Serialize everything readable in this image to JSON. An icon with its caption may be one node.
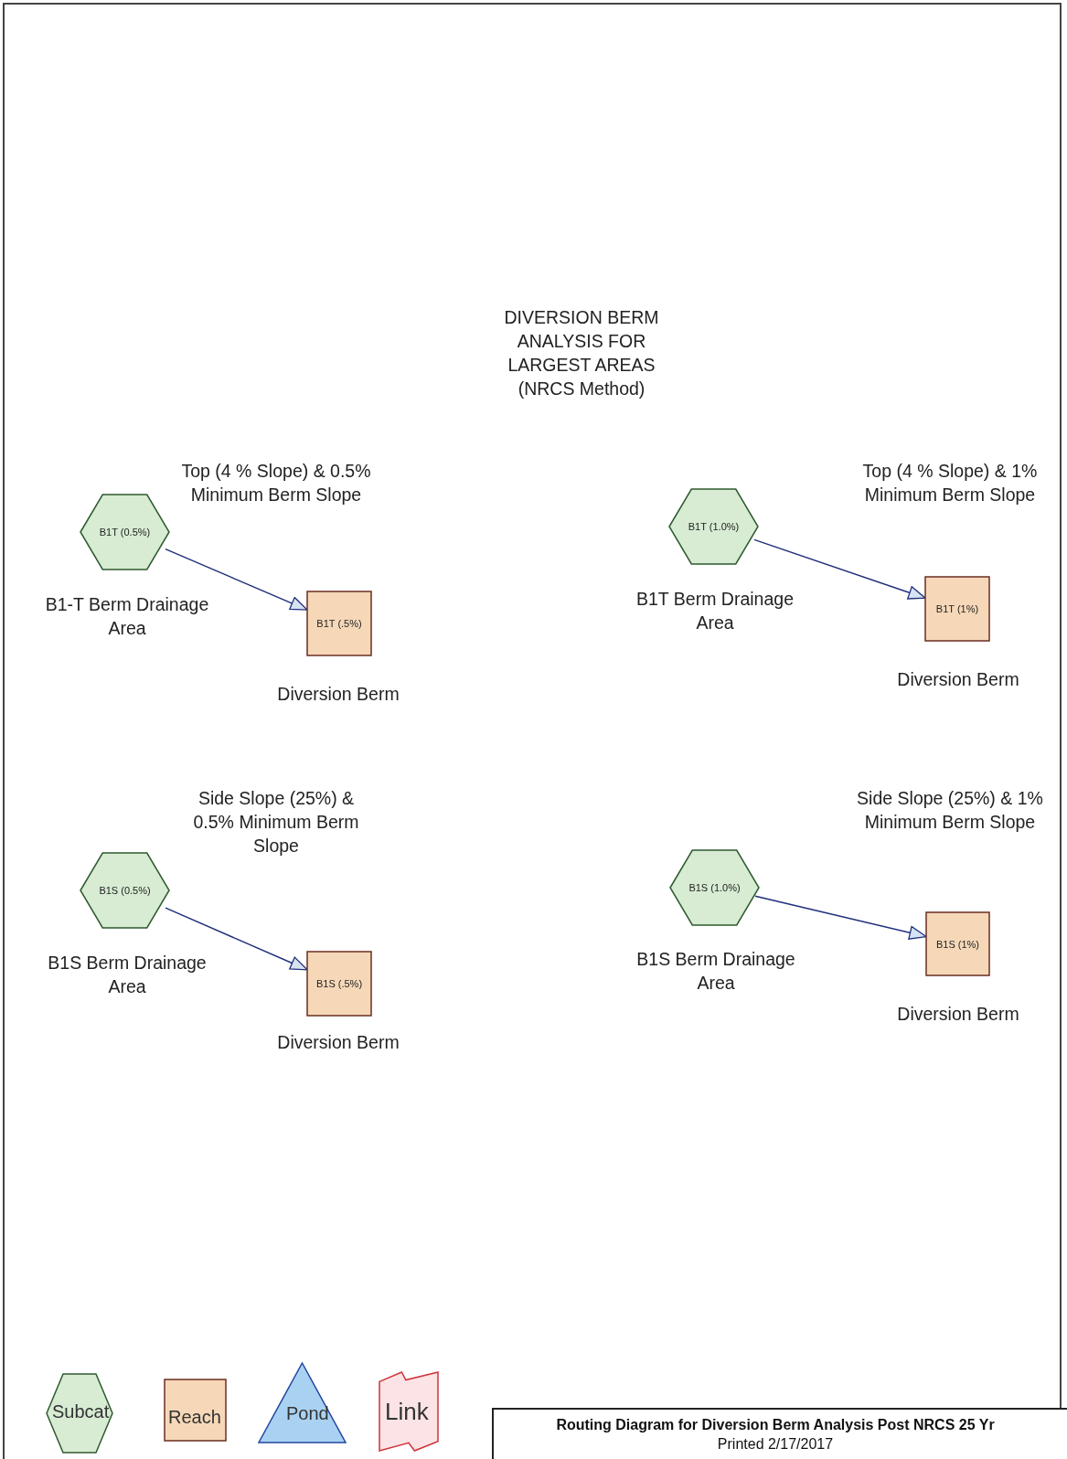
{
  "diagram": {
    "title": "DIVERSION BERM ANALYSIS FOR LARGEST AREAS (NRCS Method)",
    "nodes": [
      {
        "text": [
          "B1T (0.5%)"
        ],
        "beside": [
          "B1-T Berm Drainage Area"
        ]
      },
      {
        "text": [
          "B1T (.5%)"
        ],
        "beside": [
          "Diversion Berm"
        ]
      },
      {
        "text": [
          "B1T (1.0%)"
        ],
        "beside": [
          "B1T Berm Drainage Area"
        ]
      },
      {
        "text": [
          "B1T (1%)"
        ],
        "beside": [
          "Diversion Berm"
        ]
      },
      {
        "text": [
          "B1S (0.5%)"
        ],
        "beside": [
          "B1S Berm Drainage Area"
        ]
      },
      {
        "text": [
          "B1S (.5%)"
        ],
        "beside": [
          "Diversion Berm"
        ]
      },
      {
        "text": [
          "B1S (1.0%)"
        ],
        "beside": [
          "B1S Berm Drainage Area"
        ]
      },
      {
        "text": [
          "B1S (1%)"
        ],
        "beside": [
          "Diversion Berm"
        ]
      }
    ],
    "edges": [
      {
        "from": 0,
        "to": 1,
        "arrow": "to"
      },
      {
        "from": 2,
        "to": 3,
        "arrow": "to"
      },
      {
        "from": 4,
        "to": 5,
        "arrow": "to"
      },
      {
        "from": 6,
        "to": 7,
        "arrow": "to"
      }
    ],
    "labels": [
      "Top (4 % Slope) & 0.5% Minimum Berm Slope",
      "Top (4 % Slope) & 1% Minimum Berm Slope",
      "Side Slope (25%) & 0.5% Minimum Berm Slope",
      "Side Slope (25%) & 1% Minimum Berm Slope",
      "Routing Diagram for Diversion Berm Analysis Post NRCS 25 Yr",
      "Printed 2/17/2017"
    ],
    "legend": [
      {
        "text": "Subcat"
      },
      {
        "text": "Reach"
      },
      {
        "text": "Pond"
      },
      {
        "text": "Link"
      }
    ]
  }
}
